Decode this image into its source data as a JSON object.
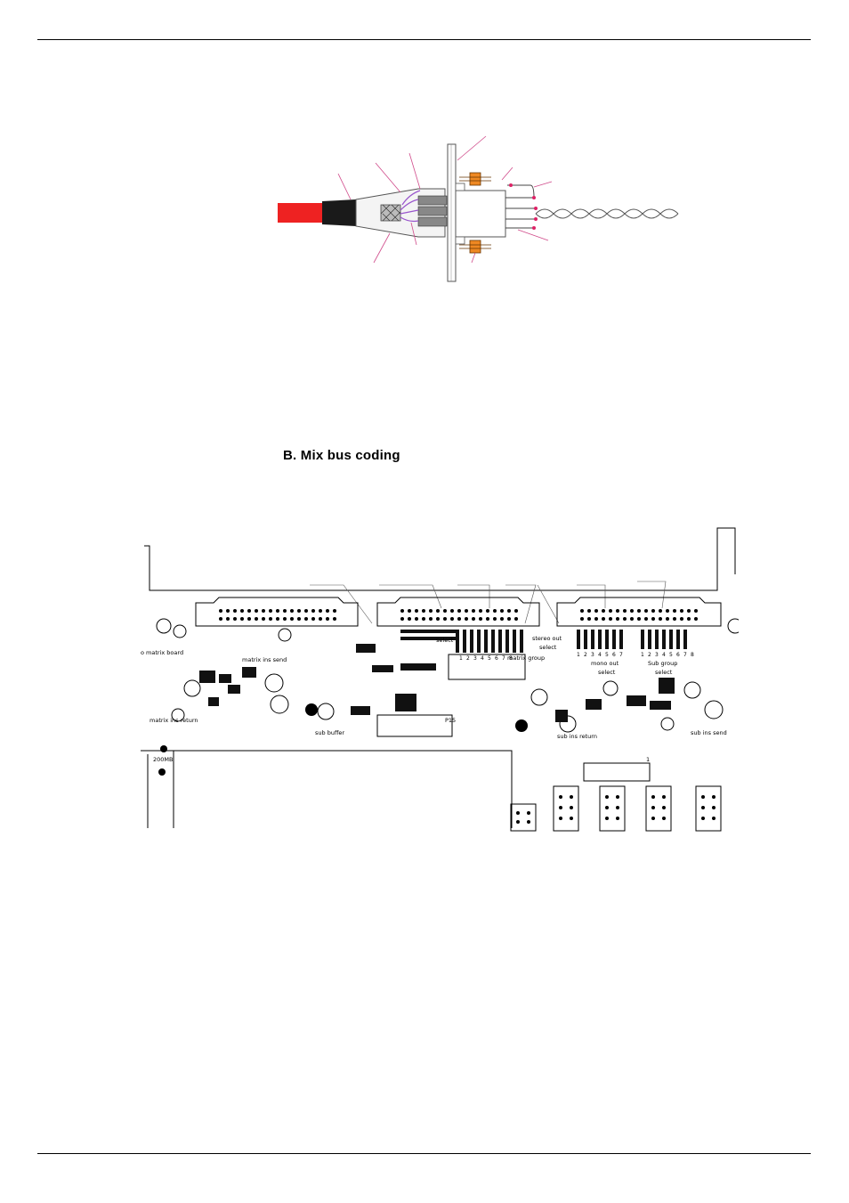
{
  "section_heading": "B. Mix bus coding",
  "board_labels": {
    "stereo_out_select": [
      "stereo out",
      "select"
    ],
    "matrix_group": "matrix group",
    "matrix_select": "select",
    "mono_out_select": [
      "mono out",
      "select"
    ],
    "sub_group_select": [
      "Sub group",
      "select"
    ],
    "matrix_ins_send": "matrix ins send",
    "matrix_ins_return": "matrix ins return",
    "sub_buffer": "sub buffer",
    "sub_ins_return": "sub ins return",
    "sub_ins_send": "sub ins send",
    "matrix_board": "o matrix board",
    "ref_200mb": "200MB",
    "numbers_1_8": [
      "1",
      "2",
      "3",
      "4",
      "5",
      "6",
      "7",
      "8"
    ],
    "ref_p15": "P15",
    "ref_1": "1"
  },
  "colors": {
    "cable_red": "#ee2222",
    "cable_black": "#1a1a1a",
    "bolt_orange": "#ee8822",
    "leader_pink": "#d04a8a",
    "dot_magenta": "#dd2266"
  }
}
